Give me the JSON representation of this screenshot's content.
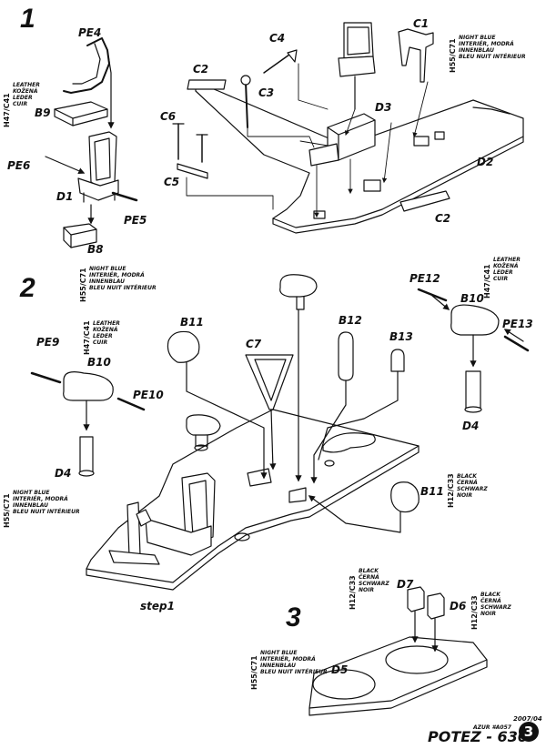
{
  "steps": [
    "1",
    "2",
    "3"
  ],
  "parts": {
    "PE4": "PE4",
    "B9": "B9",
    "PE6": "PE6",
    "D1": "D1",
    "PE5": "PE5",
    "B8": "B8",
    "C4": "C4",
    "C2a": "C2",
    "C3": "C3",
    "C6": "C6",
    "C5": "C5",
    "D3": "D3",
    "C1": "C1",
    "D2": "D2",
    "C2b": "C2",
    "PE9": "PE9",
    "B10a": "B10",
    "PE10": "PE10",
    "D4a": "D4",
    "B11a": "B11",
    "C7": "C7",
    "B12": "B12",
    "B13": "B13",
    "B11b": "B11",
    "PE12": "PE12",
    "B10b": "B10",
    "PE13": "PE13",
    "D4b": "D4",
    "D7": "D7",
    "D6": "D6",
    "D5": "D5",
    "step1": "step1"
  },
  "codes": {
    "leather": "H47/C41",
    "nightblue": "H55/C71",
    "black": "H12/C33"
  },
  "notes": {
    "leather": [
      "LEATHER",
      "KOŽENÁ",
      "LEDER",
      "CUIR"
    ],
    "nightblue": [
      "NIGHT BLUE",
      "INTERIÉR, MODRÁ",
      "INNENBLAU",
      "BLEU NUIT INTÉRIEUR"
    ],
    "black": [
      "BLACK",
      "ČERNÁ",
      "SCHWARZ",
      "NOIR"
    ]
  },
  "footer": {
    "date": "2007/04",
    "azur": "AZUR #A057",
    "title": "POTEZ - 630",
    "page": "3"
  }
}
